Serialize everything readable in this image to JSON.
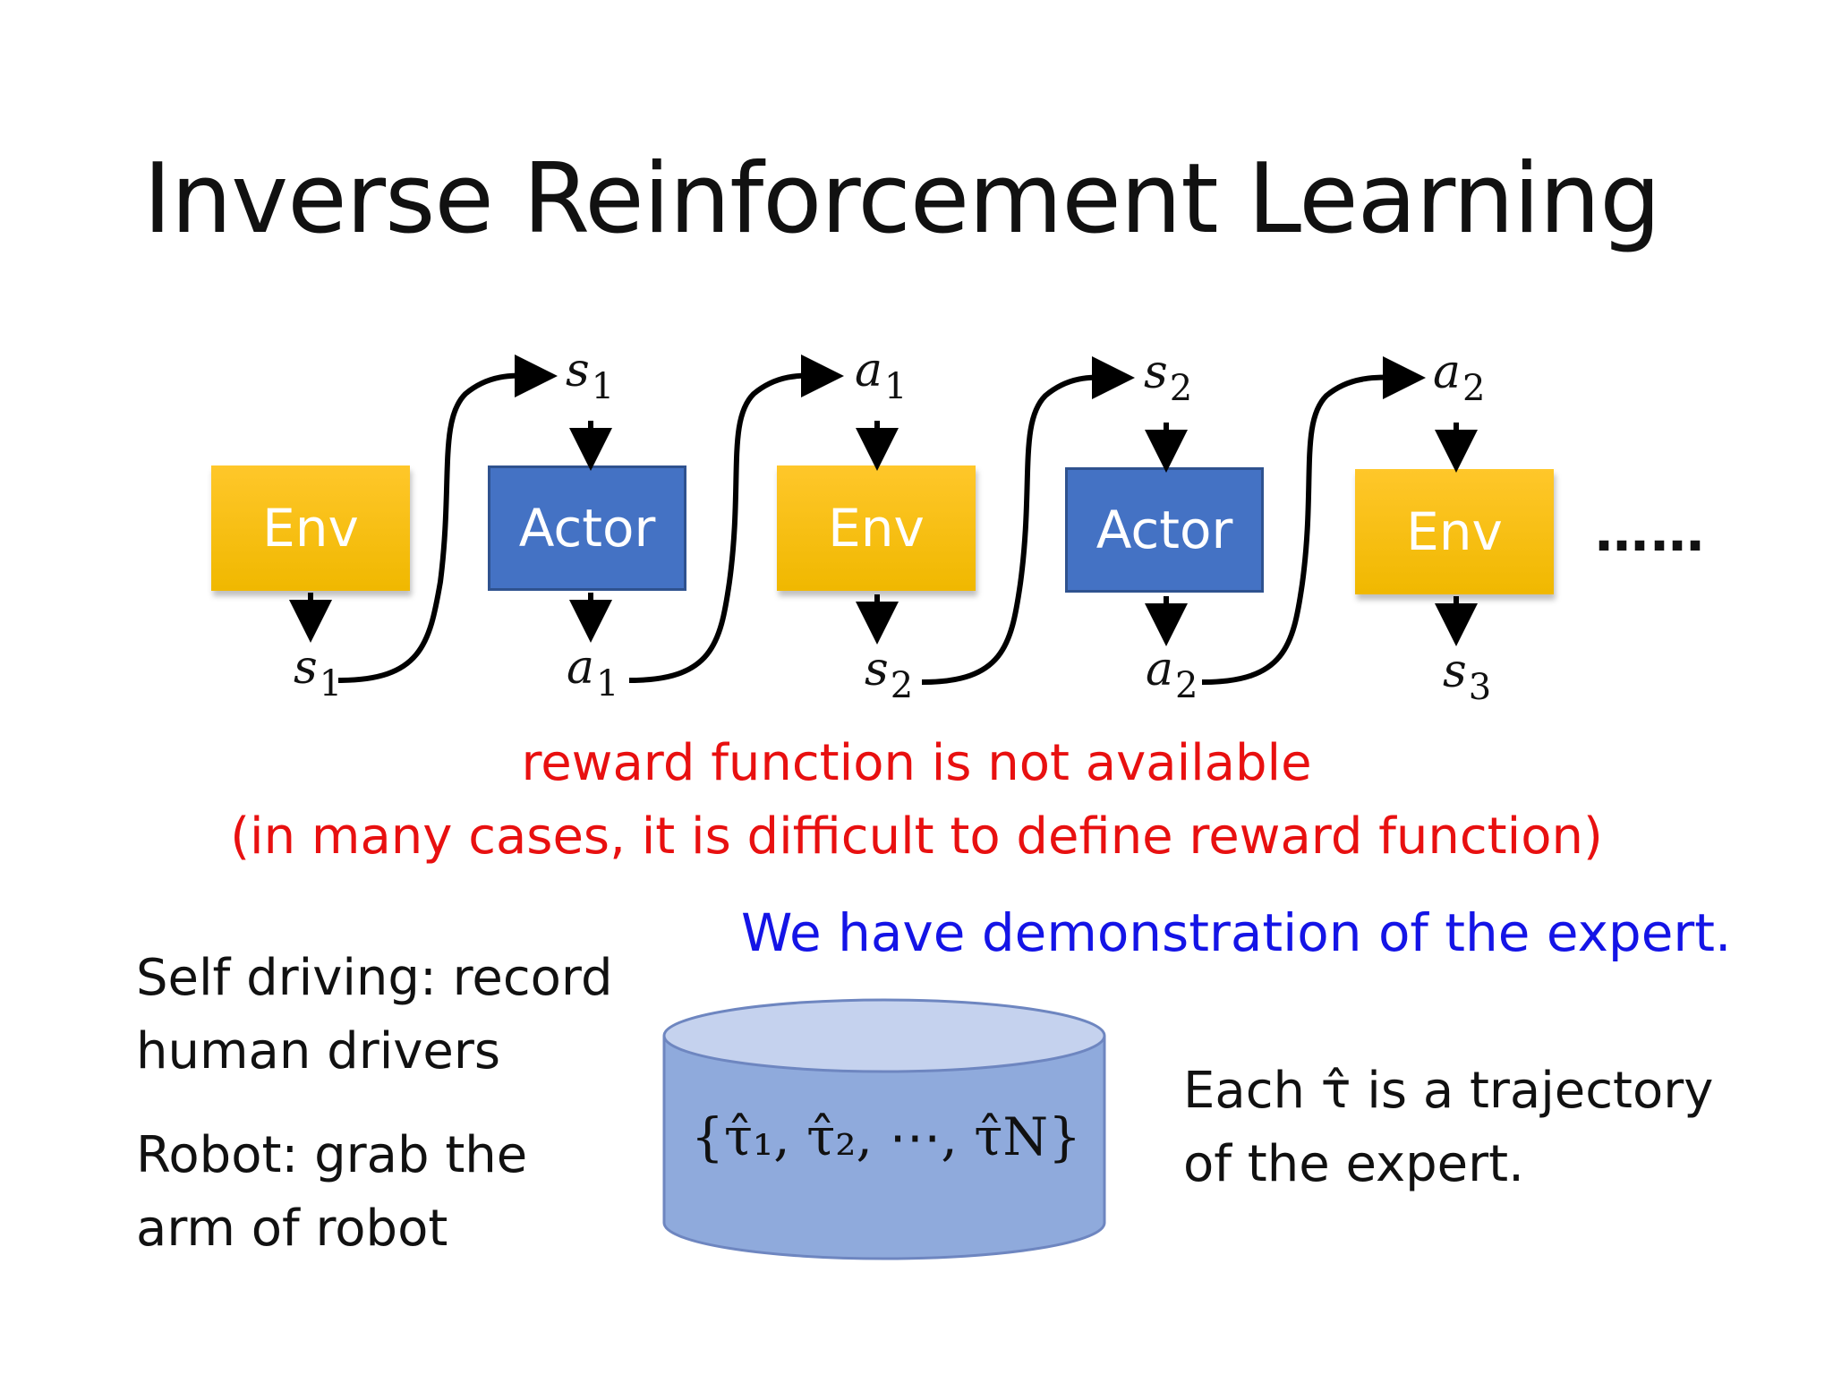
{
  "title": "Inverse Reinforcement Learning",
  "pipeline": {
    "boxes": [
      "Env",
      "Actor",
      "Env",
      "Actor",
      "Env"
    ],
    "top_labels": [
      {
        "var": "s",
        "sub": "1"
      },
      {
        "var": "a",
        "sub": "1"
      },
      {
        "var": "s",
        "sub": "2"
      },
      {
        "var": "a",
        "sub": "2"
      }
    ],
    "bottom_labels": [
      {
        "var": "s",
        "sub": "1"
      },
      {
        "var": "a",
        "sub": "1"
      },
      {
        "var": "s",
        "sub": "2"
      },
      {
        "var": "a",
        "sub": "2"
      },
      {
        "var": "s",
        "sub": "3"
      }
    ],
    "ellipsis": "……",
    "colors": {
      "env": "#ffc000",
      "actor": "#4472c4"
    }
  },
  "warning": {
    "line1": "reward function is not available",
    "line2": "(in many cases, it is difficult to define reward function)",
    "color": "#e81010"
  },
  "expert": {
    "headline": "We have demonstration of the expert.",
    "color": "#1414e6",
    "examples": [
      [
        "Self driving: record",
        "human drivers"
      ],
      [
        "Robot: grab the",
        "arm of robot"
      ]
    ],
    "database_label": "{τ̂₁, τ̂₂, ⋯, τ̂N}",
    "description": [
      "Each τ̂ is a trajectory",
      "of the expert."
    ]
  }
}
